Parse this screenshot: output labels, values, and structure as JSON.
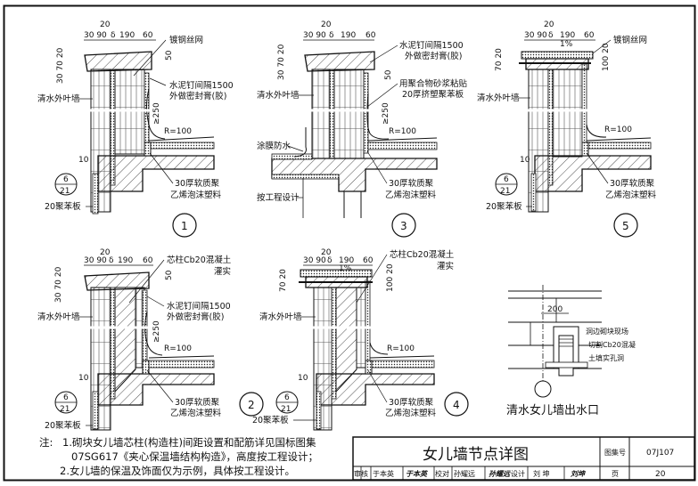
{
  "drawing": {
    "title": "女儿墙节点详图",
    "atlas_label": "图集号",
    "atlas_no": "07J107",
    "page_label": "页",
    "page_no": "20",
    "signatures": {
      "review_label": "审核",
      "review_name": "于本英",
      "review_sign": "于本英",
      "check_label": "校对",
      "check_name": "孙耀远",
      "check_sign": "孙耀远",
      "design_label": "设计",
      "design_name": "刘 坤",
      "design_sign": "刘坤"
    }
  },
  "notes": {
    "prefix": "注:",
    "line1": "1.砌块女儿墙芯柱(构造柱)间距设置和配筋详见国标图集",
    "line2": "07SG617《夹心保温墙结构构造》，高度按工程设计；",
    "line3": "2.女儿墙的保温及饰面仅为示例，具体按工程设计。"
  },
  "common": {
    "dim_top": "20",
    "dim_30_90": "30 90",
    "dim_delta": "δ",
    "dim_190": "190",
    "dim_60": "60",
    "dim_30": "30",
    "dim_70": "70",
    "dim_20": "20",
    "dim_50": "50",
    "dim_100": "100",
    "dim_10": "10",
    "dim_250": "≥250",
    "radius": "R=100",
    "slope": "1%",
    "ref_top": "6",
    "ref_bottom": "21",
    "outer_leaf": "清水外叶墙",
    "eps_board": "20聚苯板",
    "pe_foam_1": "30厚软质聚",
    "pe_foam_2": "乙烯泡沫塑料",
    "wire_mesh": "镀钢丝网",
    "nail_1": "水泥钉间隔1500",
    "nail_2": "外做密封膏(胶)",
    "core_1": "芯柱Cb20混凝土",
    "core_2": "灌实",
    "xps_1": "用聚合物砂浆粘贴",
    "xps_2": "20厚挤塑聚苯板",
    "coating": "涂膜防水",
    "per_design": "按工程设计"
  },
  "details": [
    {
      "id": "1"
    },
    {
      "id": "2"
    },
    {
      "id": "3"
    },
    {
      "id": "4"
    },
    {
      "id": "5"
    }
  ],
  "outlet": {
    "title": "清水女儿墙出水口",
    "dim": "200",
    "note1": "洞边砌块现场",
    "note2": "切割Cb20混凝",
    "note3": "土填实孔洞"
  }
}
